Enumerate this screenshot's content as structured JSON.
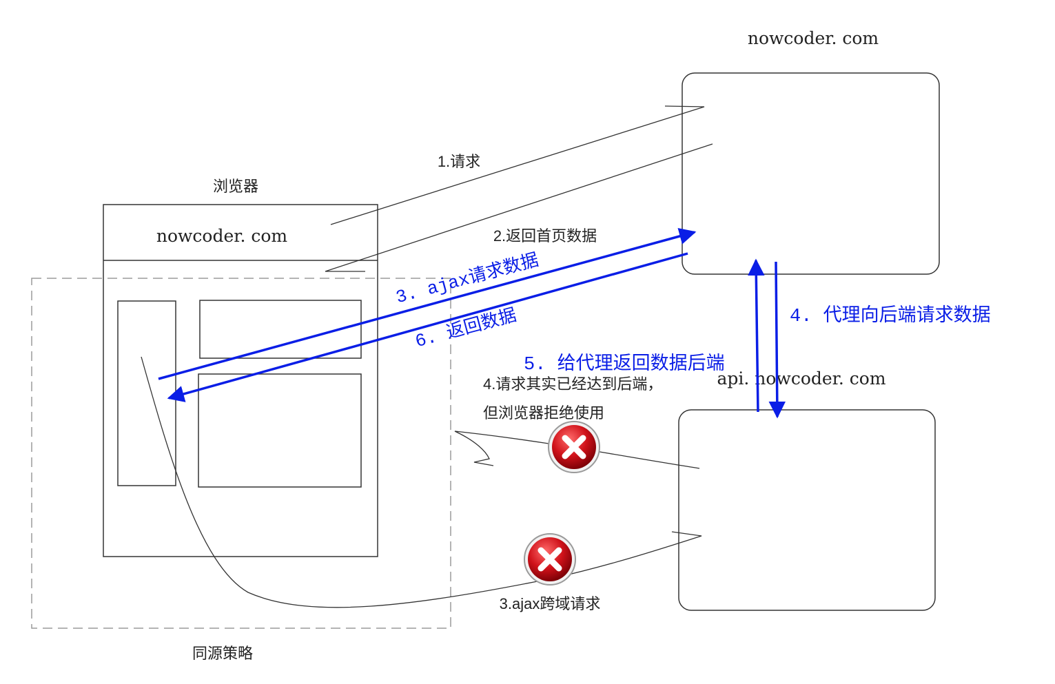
{
  "labels": {
    "server_top_domain": "nowcoder. com",
    "server_bottom_domain": "api. nowcoder. com",
    "browser_title": "浏览器",
    "browser_address": "nowcoder. com",
    "same_origin_policy": "同源策略",
    "step1_request": "1.请求",
    "step2_return_home": "2.返回首页数据",
    "step3_ajax_request": "3. ajax请求数据",
    "step6_return_data": "6. 返回数据",
    "step4_proxy_request": "4. 代理向后端请求数据",
    "step5_return_to_proxy": "5. 给代理返回数据后端",
    "note_line1": "4.请求其实已经达到后端，",
    "note_line2": "但浏览器拒绝使用",
    "step3_cross_domain": "3.ajax跨域请求"
  },
  "icons": {
    "error_top": "error-x-icon",
    "error_bottom": "error-x-icon"
  },
  "colors": {
    "line": "#333333",
    "blue": "#0a1ee6",
    "dashed": "#9a9a9a",
    "error_red": "#d0121a"
  }
}
